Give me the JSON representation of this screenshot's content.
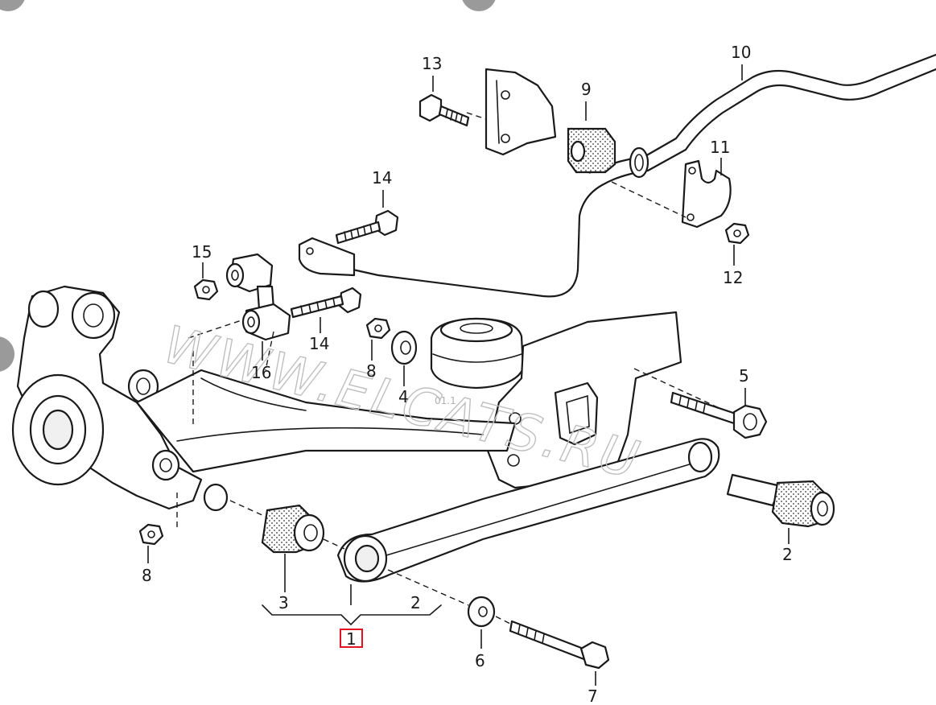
{
  "watermark": {
    "main": "WWW.ELCATS.RU",
    "small": "01.1"
  },
  "colors": {
    "line": "#1a1a1a",
    "highlight": "#e0141e",
    "watermark": "#bfbfbf"
  },
  "callouts": [
    {
      "id": "c13",
      "text": "13"
    },
    {
      "id": "c10",
      "text": "10"
    },
    {
      "id": "c9",
      "text": "9"
    },
    {
      "id": "c11",
      "text": "11"
    },
    {
      "id": "c12",
      "text": "12"
    },
    {
      "id": "c14a",
      "text": "14"
    },
    {
      "id": "c15",
      "text": "15"
    },
    {
      "id": "c14b",
      "text": "14"
    },
    {
      "id": "c16",
      "text": "16"
    },
    {
      "id": "c8a",
      "text": "8"
    },
    {
      "id": "c4",
      "text": "4"
    },
    {
      "id": "c5",
      "text": "5"
    },
    {
      "id": "c2a",
      "text": "2"
    },
    {
      "id": "c8b",
      "text": "8"
    },
    {
      "id": "c3",
      "text": "3"
    },
    {
      "id": "c2b",
      "text": "2"
    },
    {
      "id": "c1",
      "text": "1"
    },
    {
      "id": "c6",
      "text": "6"
    },
    {
      "id": "c7",
      "text": "7"
    }
  ]
}
